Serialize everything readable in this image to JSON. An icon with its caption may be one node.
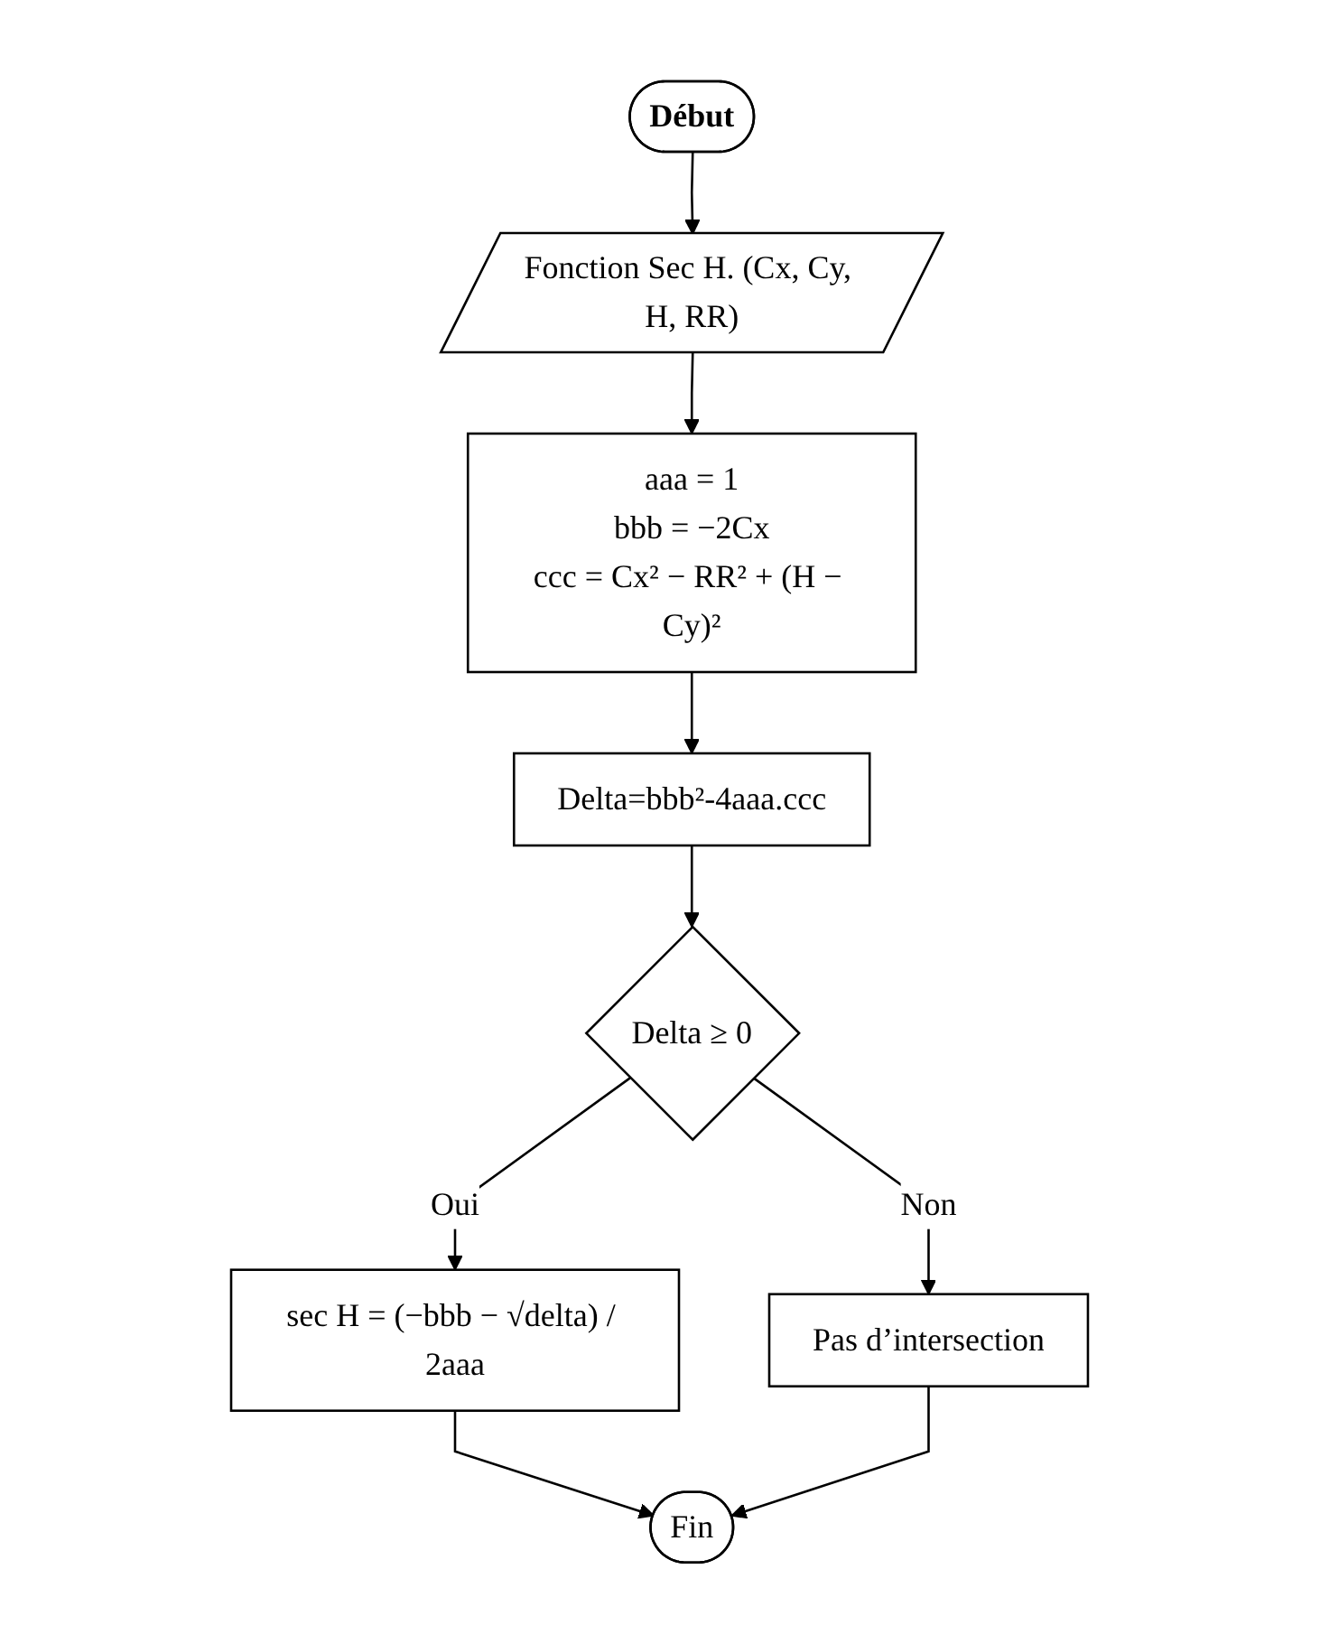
{
  "diagram": {
    "nodes": [
      {
        "text": [
          "Début"
        ]
      },
      {
        "text": [
          "Fonction Sec H. (Cx, Cy, H, RR)"
        ]
      },
      {
        "text": [
          "aaa = 1",
          "bbb = −2Cx",
          "ccc = Cx² − RR² + (H − Cy)²"
        ]
      },
      {
        "text": [
          "Delta=bbb²-4aaa.ccc"
        ]
      },
      {
        "text": [
          "Delta ≥ 0"
        ]
      },
      {
        "text": [
          "sec H = (−bbb − √delta) / 2aaa"
        ]
      },
      {
        "text": [
          "Pas d’intersection"
        ]
      },
      {
        "text": [
          "Fin"
        ]
      }
    ],
    "edges": [
      {
        "from": 0,
        "to": 1,
        "arrow": "to"
      },
      {
        "from": 1,
        "to": 2,
        "arrow": "to"
      },
      {
        "from": 2,
        "to": 3,
        "arrow": "to"
      },
      {
        "from": 3,
        "to": 4,
        "arrow": "to"
      },
      {
        "from": 4,
        "to": 5,
        "arrow": "to",
        "label": "Oui"
      },
      {
        "from": 4,
        "to": 6,
        "arrow": "to",
        "label": "Non"
      },
      {
        "from": 5,
        "to": 7,
        "arrow": "to"
      },
      {
        "from": 6,
        "to": 7,
        "arrow": "to"
      }
    ]
  }
}
